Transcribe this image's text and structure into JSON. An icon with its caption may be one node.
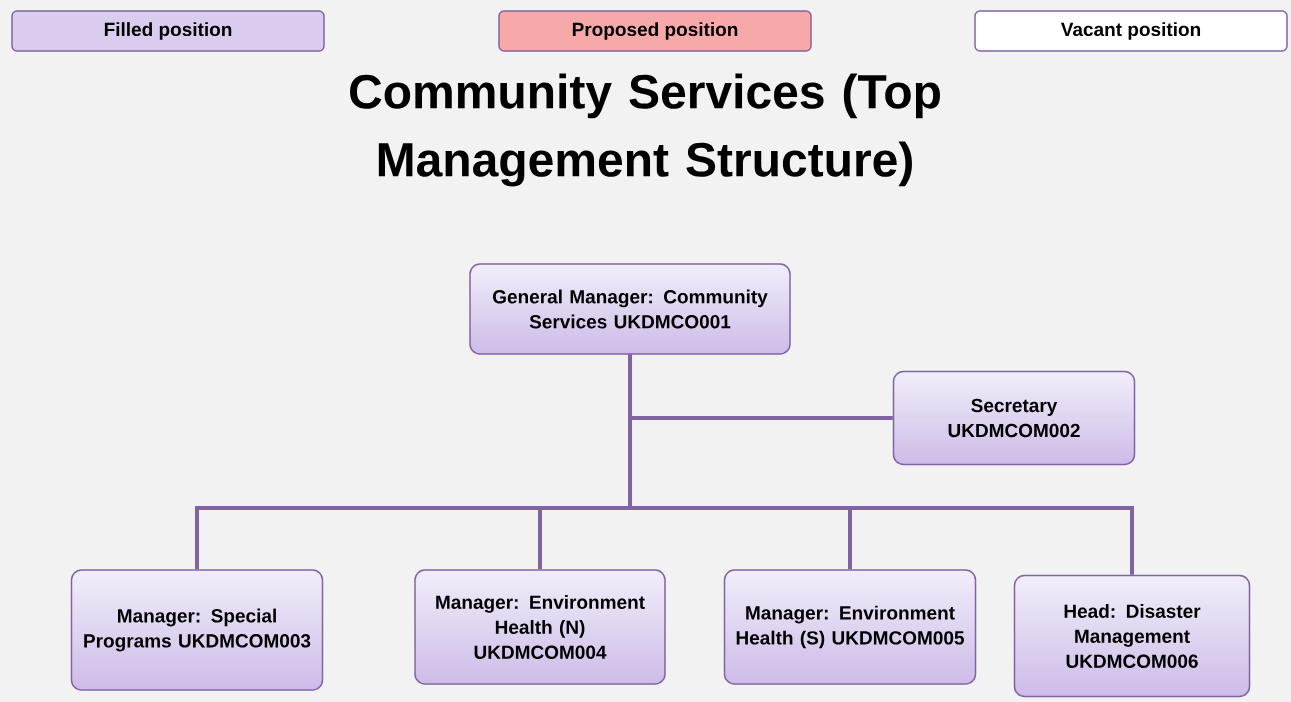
{
  "diagram": {
    "title": "Community Services (Top Management Structure)",
    "nodes": [
      {
        "text": [
          "General Manager: Community Services UKDMCO001"
        ]
      },
      {
        "text": [
          "Secretary UKDMCOM002"
        ]
      },
      {
        "text": [
          "Manager: Special Programs UKDMCOM003"
        ]
      },
      {
        "text": [
          "Manager: Environment Health (N) UKDMCOM004"
        ]
      },
      {
        "text": [
          "Manager: Environment Health (S) UKDMCOM005"
        ]
      },
      {
        "text": [
          "Head: Disaster Management UKDMCOM006"
        ]
      }
    ],
    "edges": [
      {
        "from": 0,
        "to": 1,
        "arrow": "none"
      },
      {
        "from": 0,
        "to": 2,
        "arrow": "none"
      },
      {
        "from": 0,
        "to": 3,
        "arrow": "none"
      },
      {
        "from": 0,
        "to": 4,
        "arrow": "none"
      },
      {
        "from": 0,
        "to": 5,
        "arrow": "none"
      }
    ],
    "legend": [
      {
        "text": "Filled position",
        "color": "#d9ccef"
      },
      {
        "text": "Proposed position",
        "color": "#f7a9a9"
      },
      {
        "text": "Vacant position",
        "color": "#ffffff"
      }
    ]
  }
}
